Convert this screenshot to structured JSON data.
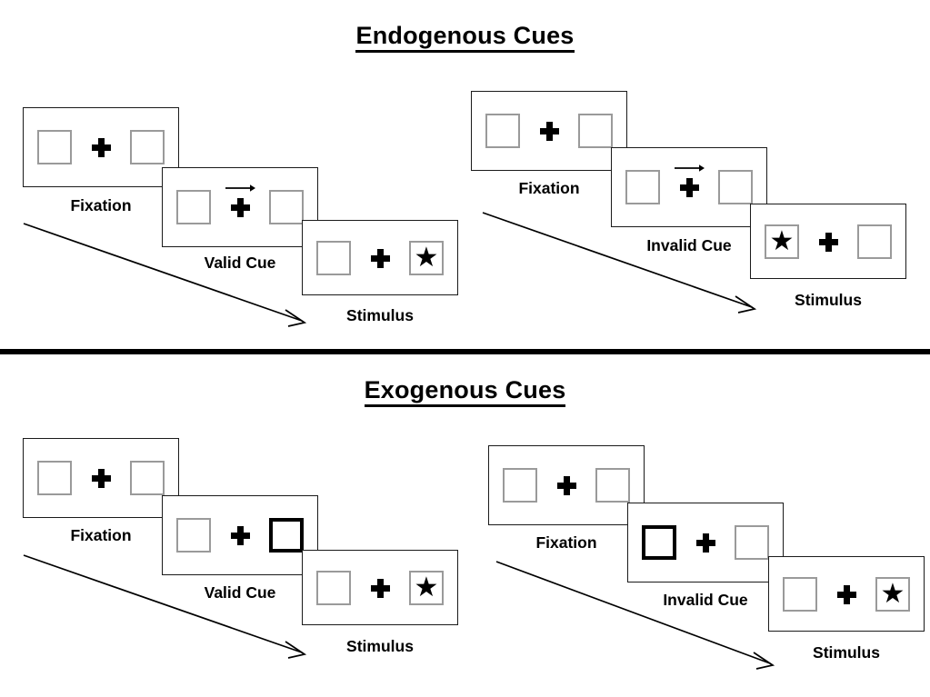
{
  "document": {
    "title": "Endogenous and Exogenous Cueing Paradigm Diagram",
    "background_color": "#ffffff",
    "ink_color": "#000000",
    "square_border_color": "#9a9a9a",
    "cued_square_border_color": "#000000",
    "panel_border_color": "#1a1a1a"
  },
  "sections": [
    {
      "id": "endogenous",
      "title": "Endogenous Cues",
      "cue_type": "central symbolic arrow",
      "trials": [
        {
          "id": "endogenous-valid",
          "validity": "valid",
          "frames": [
            {
              "label": "Fixation",
              "left_square": "empty",
              "right_square": "empty",
              "cue": "none",
              "center": "fixation-cross"
            },
            {
              "label": "Valid Cue",
              "left_square": "empty",
              "right_square": "empty",
              "cue": "arrow-right",
              "center": "fixation-cross"
            },
            {
              "label": "Stimulus",
              "left_square": "empty",
              "right_square": "star",
              "cue": "none",
              "center": "fixation-cross"
            }
          ]
        },
        {
          "id": "endogenous-invalid",
          "validity": "invalid",
          "frames": [
            {
              "label": "Fixation",
              "left_square": "empty",
              "right_square": "empty",
              "cue": "none",
              "center": "fixation-cross"
            },
            {
              "label": "Invalid Cue",
              "left_square": "empty",
              "right_square": "empty",
              "cue": "arrow-right",
              "center": "fixation-cross"
            },
            {
              "label": "Stimulus",
              "left_square": "star",
              "right_square": "empty",
              "cue": "none",
              "center": "fixation-cross"
            }
          ]
        }
      ]
    },
    {
      "id": "exogenous",
      "title": "Exogenous Cues",
      "cue_type": "peripheral box flash",
      "trials": [
        {
          "id": "exogenous-valid",
          "validity": "valid",
          "frames": [
            {
              "label": "Fixation",
              "left_square": "empty",
              "right_square": "empty",
              "cue": "none",
              "center": "fixation-cross"
            },
            {
              "label": "Valid Cue",
              "left_square": "empty",
              "right_square": "cued",
              "cue": "peripheral-right",
              "center": "fixation-cross"
            },
            {
              "label": "Stimulus",
              "left_square": "empty",
              "right_square": "star",
              "cue": "none",
              "center": "fixation-cross"
            }
          ]
        },
        {
          "id": "exogenous-invalid",
          "validity": "invalid",
          "frames": [
            {
              "label": "Fixation",
              "left_square": "empty",
              "right_square": "empty",
              "cue": "none",
              "center": "fixation-cross"
            },
            {
              "label": "Invalid Cue",
              "left_square": "cued",
              "right_square": "empty",
              "cue": "peripheral-left",
              "center": "fixation-cross"
            },
            {
              "label": "Stimulus",
              "left_square": "empty",
              "right_square": "star",
              "cue": "none",
              "center": "fixation-cross"
            }
          ]
        }
      ]
    }
  ],
  "glyphs": {
    "star": "★"
  }
}
